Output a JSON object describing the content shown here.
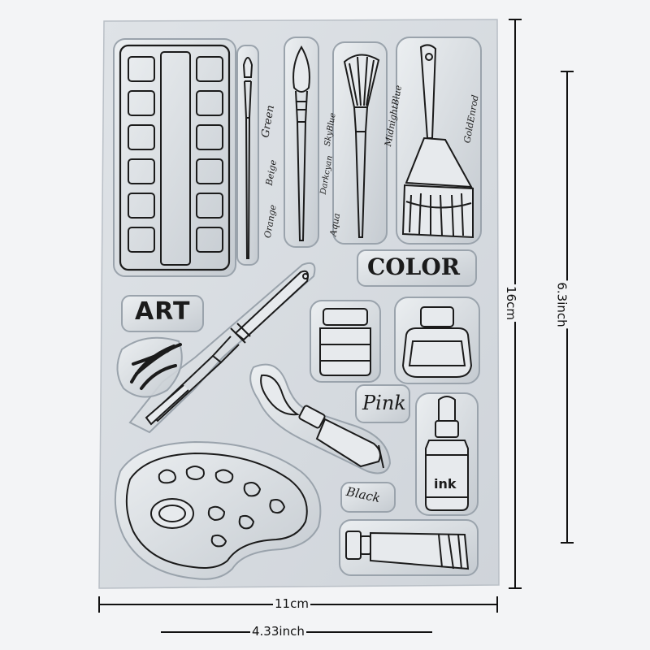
{
  "stamp_words": {
    "art": "ART",
    "color": "COLOR",
    "pink": "Pink",
    "black": "Black",
    "ink": "ink",
    "green": "Green",
    "beige": "Beige",
    "orange": "Orange",
    "skyblue": "SkyBlue",
    "darkcyan": "Darkcyan",
    "aqua": "Aqua",
    "midnightblue": "MidnightBlue",
    "goldenrod": "GoldEnrod"
  },
  "dimensions": {
    "width_cm": "11cm",
    "width_inch": "4.33inch",
    "height_cm": "16cm",
    "height_inch": "6.3inch"
  },
  "colors": {
    "background": "#f3f4f6",
    "sheet": "#d9dde2",
    "ink": "#1b1b1b"
  }
}
